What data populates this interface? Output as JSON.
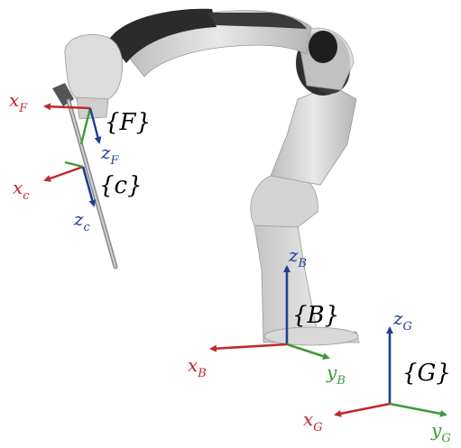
{
  "colors": {
    "x_axis": "#c0282b",
    "y_axis": "#3a9a35",
    "z_axis": "#1f3e96",
    "robot_light": "#e3e3e3",
    "robot_mid": "#c9c9c9",
    "robot_dark": "#2a2a2a",
    "label_black": "#000000"
  },
  "frames": {
    "flange": {
      "name": "{F}",
      "x_label": {
        "base": "x",
        "sub": "F"
      },
      "z_label": {
        "base": "z",
        "sub": "F"
      }
    },
    "camera": {
      "name": "{c}",
      "x_label": {
        "base": "x",
        "sub": "c"
      },
      "z_label": {
        "base": "z",
        "sub": "c"
      }
    },
    "base": {
      "name": "{B}",
      "x_label": {
        "base": "x",
        "sub": "B"
      },
      "y_label": {
        "base": "y",
        "sub": "B"
      },
      "z_label": {
        "base": "z",
        "sub": "B"
      }
    },
    "global": {
      "name": "{G}",
      "x_label": {
        "base": "x",
        "sub": "G"
      },
      "y_label": {
        "base": "y",
        "sub": "G"
      },
      "z_label": {
        "base": "z",
        "sub": "G"
      }
    }
  },
  "icons": [
    "robot-arm-illustration"
  ]
}
